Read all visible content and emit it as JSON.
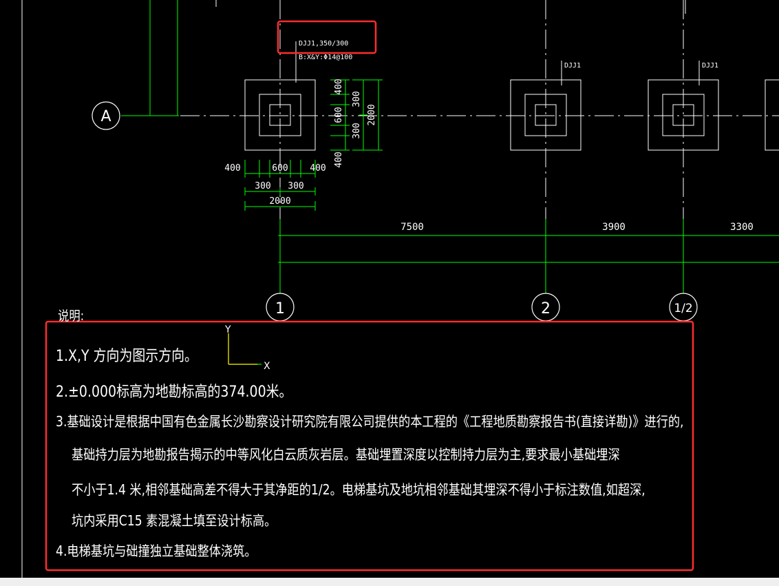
{
  "colors": {
    "background": "#000000",
    "drawing_lines": "#ffffff",
    "dimension_lines": "#00ff00",
    "highlight_box": "#ff2d2d",
    "ucs_icon": "#ffff00"
  },
  "drawing": {
    "axis_a_label": "A",
    "axis_1_label": "1",
    "axis_2_label": "2",
    "axis_1_2_label": "1/2",
    "footing_mark_main": "DJJ1,350/300",
    "footing_reinforcement": "B:X&Y:Φ14@100",
    "footing_mark_2": "DJJ1",
    "footing_mark_3": "DJJ1",
    "dim_h_400_left": "400",
    "dim_h_600": "600",
    "dim_h_400_right": "400",
    "dim_h_300_left": "300",
    "dim_h_300_right": "300",
    "dim_h_2000": "2000",
    "dim_v_400_top": "400",
    "dim_v_600": "600",
    "dim_v_400_bottom": "400",
    "dim_v_300_top": "300",
    "dim_v_300_bottom": "300",
    "dim_v_2000": "2000",
    "span_1": "7500",
    "span_2": "3900",
    "span_3": "3300"
  },
  "ucs": {
    "x_label": "X",
    "y_label": "Y"
  },
  "notes": {
    "title": "说明:",
    "item_1": "1.X,Y 方向为图示方向。",
    "item_2": "2.±0.000标高为地勘标高的374.00米。",
    "item_3_line_1": "3.基础设计是根据中国有色金属长沙勘察设计研究院有限公司提供的本工程的《工程地质勘察报告书(直接详勘)》进行的,",
    "item_3_line_2": "基础持力层为地勘报告揭示的中等风化白云质灰岩层。基础埋置深度以控制持力层为主,要求最小基础埋深",
    "item_3_line_3": "不小于1.4 米,相邻基础高差不得大于其净距的1/2。电梯基坑及地坑相邻基础其埋深不得小于标注数值,如超深,",
    "item_3_line_4": "坑内采用C15 素混凝土填至设计标高。",
    "item_4": "4.电梯基坑与础撞独立基础整体浇筑。"
  }
}
